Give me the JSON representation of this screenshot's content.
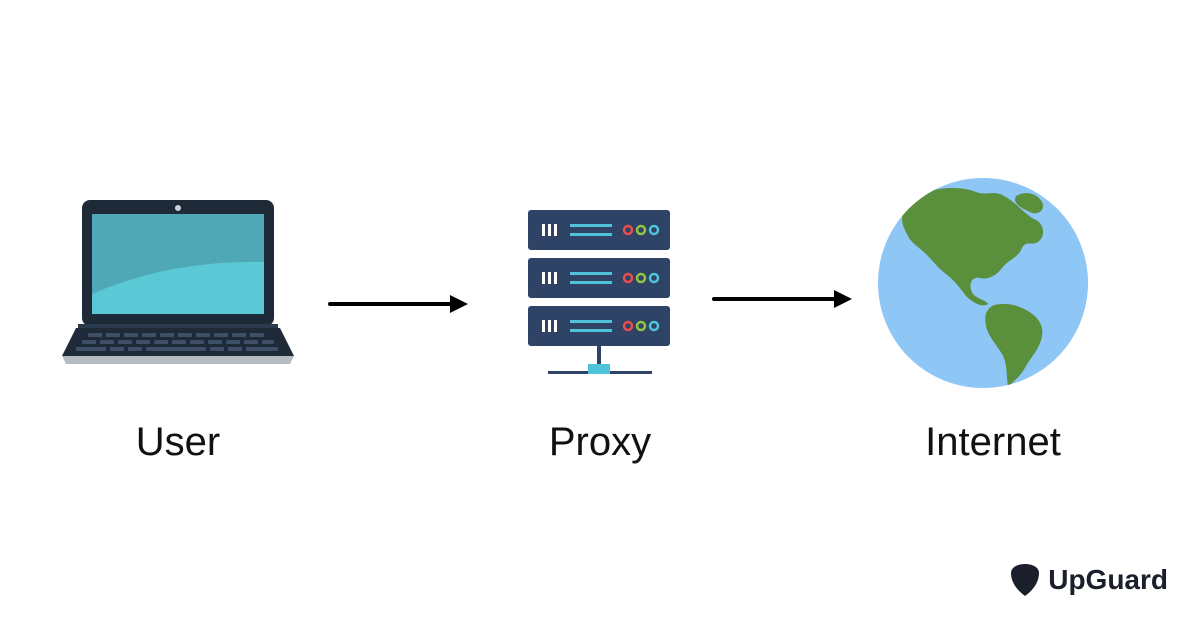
{
  "nodes": {
    "user": {
      "label": "User",
      "icon": "laptop-icon"
    },
    "proxy": {
      "label": "Proxy",
      "icon": "server-icon"
    },
    "internet": {
      "label": "Internet",
      "icon": "globe-icon"
    }
  },
  "edges": [
    {
      "from": "user",
      "to": "proxy"
    },
    {
      "from": "proxy",
      "to": "internet"
    }
  ],
  "brand": {
    "name": "UpGuard",
    "icon": "upguard-logo-icon"
  },
  "colors": {
    "background": "#ffffff",
    "arrow": "#000000",
    "laptop_frame": "#1e2a38",
    "laptop_screen": "#4ea8b6",
    "laptop_screen_light": "#5bc8d6",
    "server_body": "#2e4366",
    "server_accent": "#4fc3d9",
    "globe_ocean": "#8ec6f5",
    "globe_land": "#5a8f3c",
    "brand_text": "#1a1f2b"
  }
}
